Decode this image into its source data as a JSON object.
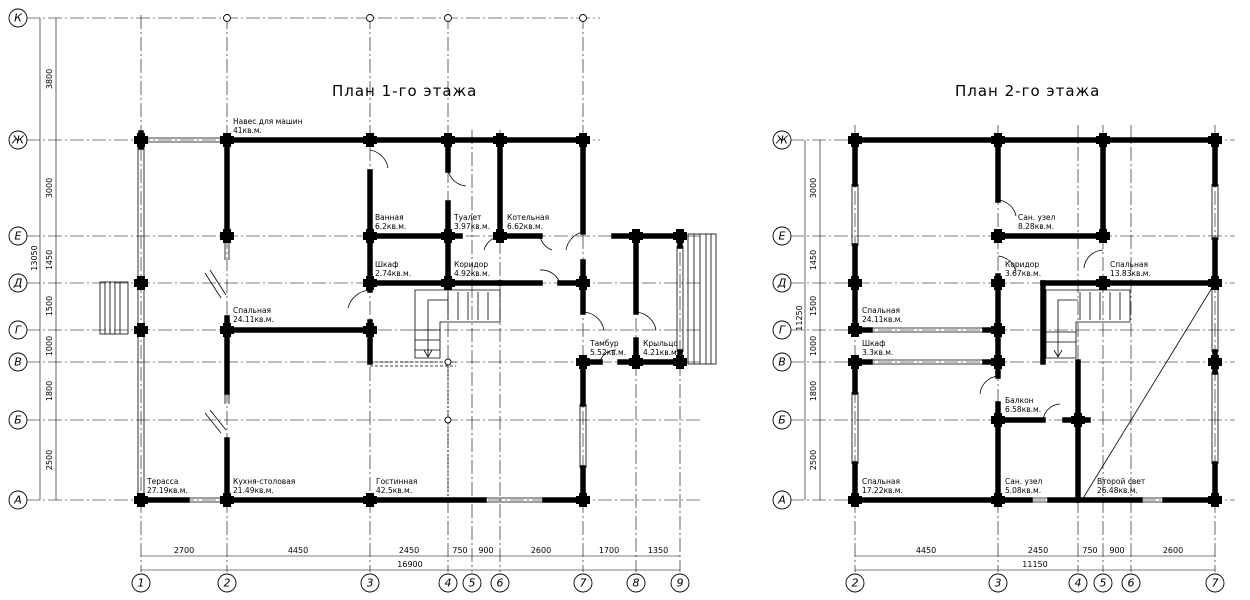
{
  "titles": {
    "plan1": "План 1-го этажа",
    "plan2": "План 2-го этажа"
  },
  "plan1": {
    "axes_cols": [
      "1",
      "2",
      "3",
      "4",
      "5",
      "6",
      "7",
      "8",
      "9"
    ],
    "axes_rows": [
      "К",
      "Ж",
      "Е",
      "Д",
      "Г",
      "В",
      "Б",
      "А"
    ],
    "dims_bottom": [
      "2700",
      "4450",
      "2450",
      "750",
      "900",
      "2600",
      "1700",
      "1350"
    ],
    "dim_total": "16900",
    "dims_left": [
      "3800",
      "3000",
      "1450",
      "1500",
      "1000",
      "1800",
      "2500"
    ],
    "dim_left_total": "13050",
    "rooms": [
      {
        "name": "Навес для машин",
        "area": "41кв.м."
      },
      {
        "name": "Ванная",
        "area": "6.2кв.м."
      },
      {
        "name": "Туалет",
        "area": "3.97кв.м."
      },
      {
        "name": "Котельная",
        "area": "6.62кв.м."
      },
      {
        "name": "Шкаф",
        "area": "2.74кв.м."
      },
      {
        "name": "Коридор",
        "area": "4.92кв.м."
      },
      {
        "name": "Спальная",
        "area": "24.11кв.м."
      },
      {
        "name": "Тамбур",
        "area": "5.52кв.м."
      },
      {
        "name": "Крыльцо",
        "area": "4.21кв.м."
      },
      {
        "name": "Терасса",
        "area": "27.19кв.м."
      },
      {
        "name": "Кухня-столовая",
        "area": "21.49кв.м."
      },
      {
        "name": "Гостинная",
        "area": "42.5кв.м."
      }
    ]
  },
  "plan2": {
    "axes_cols": [
      "2",
      "3",
      "4",
      "5",
      "6",
      "7"
    ],
    "axes_rows": [
      "Ж",
      "Е",
      "Д",
      "Г",
      "В",
      "Б",
      "А"
    ],
    "dims_bottom": [
      "4450",
      "2450",
      "750",
      "900",
      "2600"
    ],
    "dim_total": "11150",
    "dims_left": [
      "3000",
      "1450",
      "1500",
      "1000",
      "1800",
      "2500"
    ],
    "dim_left_total": "11250",
    "rooms": [
      {
        "name": "Сан. узел",
        "area": "8.28кв.м."
      },
      {
        "name": "Коридор",
        "area": "3.67кв.м."
      },
      {
        "name": "Спальная",
        "area": "13.83кв.м."
      },
      {
        "name": "Спальная",
        "area": "24.11кв.м."
      },
      {
        "name": "Шкаф",
        "area": "3.3кв.м."
      },
      {
        "name": "Балкон",
        "area": "6.58кв.м."
      },
      {
        "name": "Спальная",
        "area": "17.22кв.м."
      },
      {
        "name": "Сан. узел",
        "area": "5.08кв.м."
      },
      {
        "name": "Второй свет",
        "area": "26.48кв.м."
      }
    ]
  }
}
